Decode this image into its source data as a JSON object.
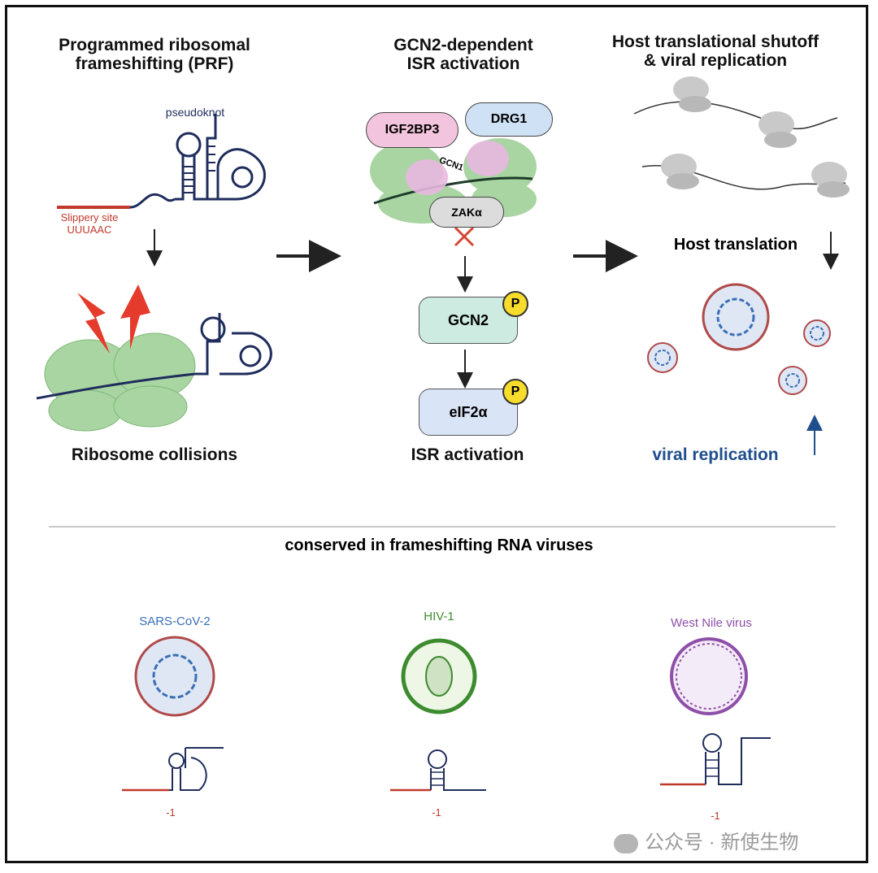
{
  "panels": {
    "prf": {
      "title_line1": "Programmed ribosomal",
      "title_line2": "frameshifting (PRF)",
      "pseudoknot": "pseudoknot",
      "slippery_site": "Slippery site",
      "slippery_seq": "UUUAAC",
      "bottom": "Ribosome collisions"
    },
    "isr": {
      "title_line1": "GCN2-dependent",
      "title_line2": "ISR activation",
      "igf2bp3": "IGF2BP3",
      "drg1": "DRG1",
      "gcn1": "GCN1",
      "zak": "ZAKα",
      "gcn2": "GCN2",
      "eif2a": "eIF2α",
      "phospho": "P",
      "bottom": "ISR activation"
    },
    "host": {
      "title_line1": "Host translational shutoff",
      "title_line2": "& viral replication",
      "host_translation": "Host translation",
      "bottom": "viral replication"
    }
  },
  "conserved": {
    "heading": "conserved in frameshifting RNA viruses",
    "viruses": [
      {
        "name": "SARS-CoV-2",
        "shift": "-1",
        "color": "#3a6fb5"
      },
      {
        "name": "HIV-1",
        "shift": "-1",
        "color": "#3d8b2f"
      },
      {
        "name": "West Nile virus",
        "shift": "-1",
        "color": "#8e4fa8"
      }
    ]
  },
  "watermark": "公众号 · 新使生物",
  "colors": {
    "ribosome": "#a9d5a2",
    "rna": "#1f2d5c",
    "slippery": "#c0392b",
    "blue_text": "#1f4e8c"
  }
}
